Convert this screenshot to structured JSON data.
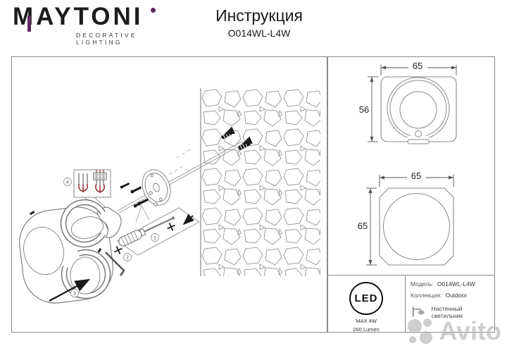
{
  "header": {
    "brand": "MAYTONI",
    "tagline": "DECORATIVE LIGHTING",
    "doc_title": "Инструкция",
    "doc_model": "O014WL-L4W"
  },
  "dimension_views": {
    "front": {
      "width": "65",
      "height": "56"
    },
    "back": {
      "width": "65",
      "height": "65"
    }
  },
  "diagram": {
    "steps": {
      "s1": "1",
      "s2": "2",
      "s3": "3",
      "s4": "4"
    }
  },
  "spec": {
    "led": "LED",
    "max_power": "MAX 4W",
    "lumen": "260 Lumen",
    "model_label": "Модель:",
    "model_value": "O014WL-L4W",
    "collection_label": "Коллекция:",
    "collection_value": "Outdoor",
    "fixture_type": "Настенный светильник"
  },
  "watermark": {
    "text": "Avito"
  },
  "colors": {
    "accent_purple": "#5c2a5e",
    "connector_red": "#8b1c1c",
    "line_gray": "#8a8a8a",
    "watermark_gray": "#c3c3c3"
  }
}
